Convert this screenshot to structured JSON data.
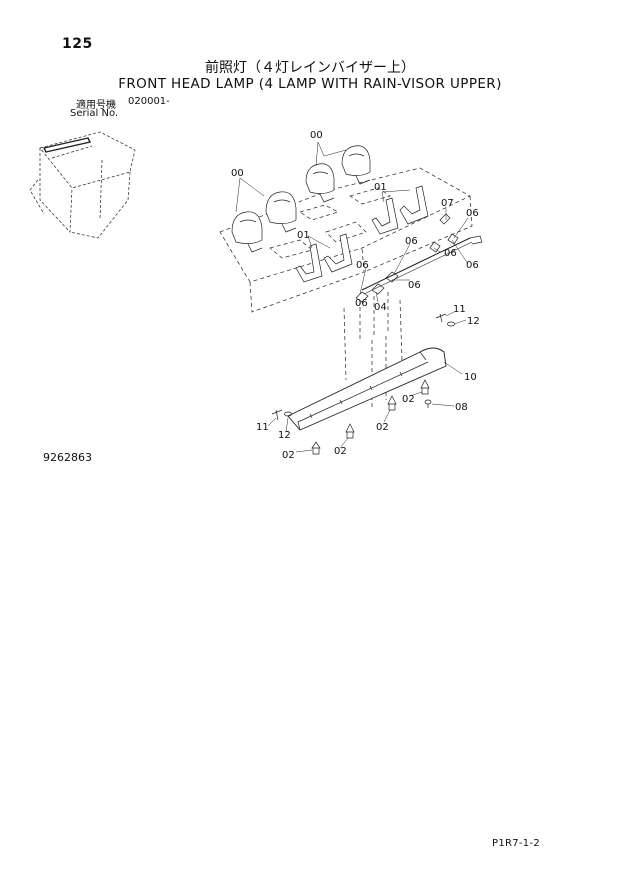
{
  "page_number": "125",
  "title_jp": "前照灯（４灯レインバイザー上）",
  "title_en": "FRONT HEAD LAMP (4 LAMP WITH RAIN-VISOR UPPER)",
  "serial_label_jp": "適用号機",
  "serial_label_en": "Serial No.",
  "serial_value": "020001-",
  "drawing_number": "9262863",
  "sheet_code": "P1R7-1-2",
  "callouts": {
    "c00a": "00",
    "c00b": "00",
    "c01a": "01",
    "c01b": "01",
    "c07": "07",
    "c06a": "06",
    "c06b": "06",
    "c06c": "06",
    "c06d": "06",
    "c06e": "06",
    "c06f": "06",
    "c06g": "06",
    "c04": "04",
    "c11a": "11",
    "c12a": "12",
    "c10": "10",
    "c02a": "02",
    "c08": "08",
    "c02b": "02",
    "c11b": "11",
    "c12b": "12",
    "c02c": "02",
    "c02d": "02"
  }
}
